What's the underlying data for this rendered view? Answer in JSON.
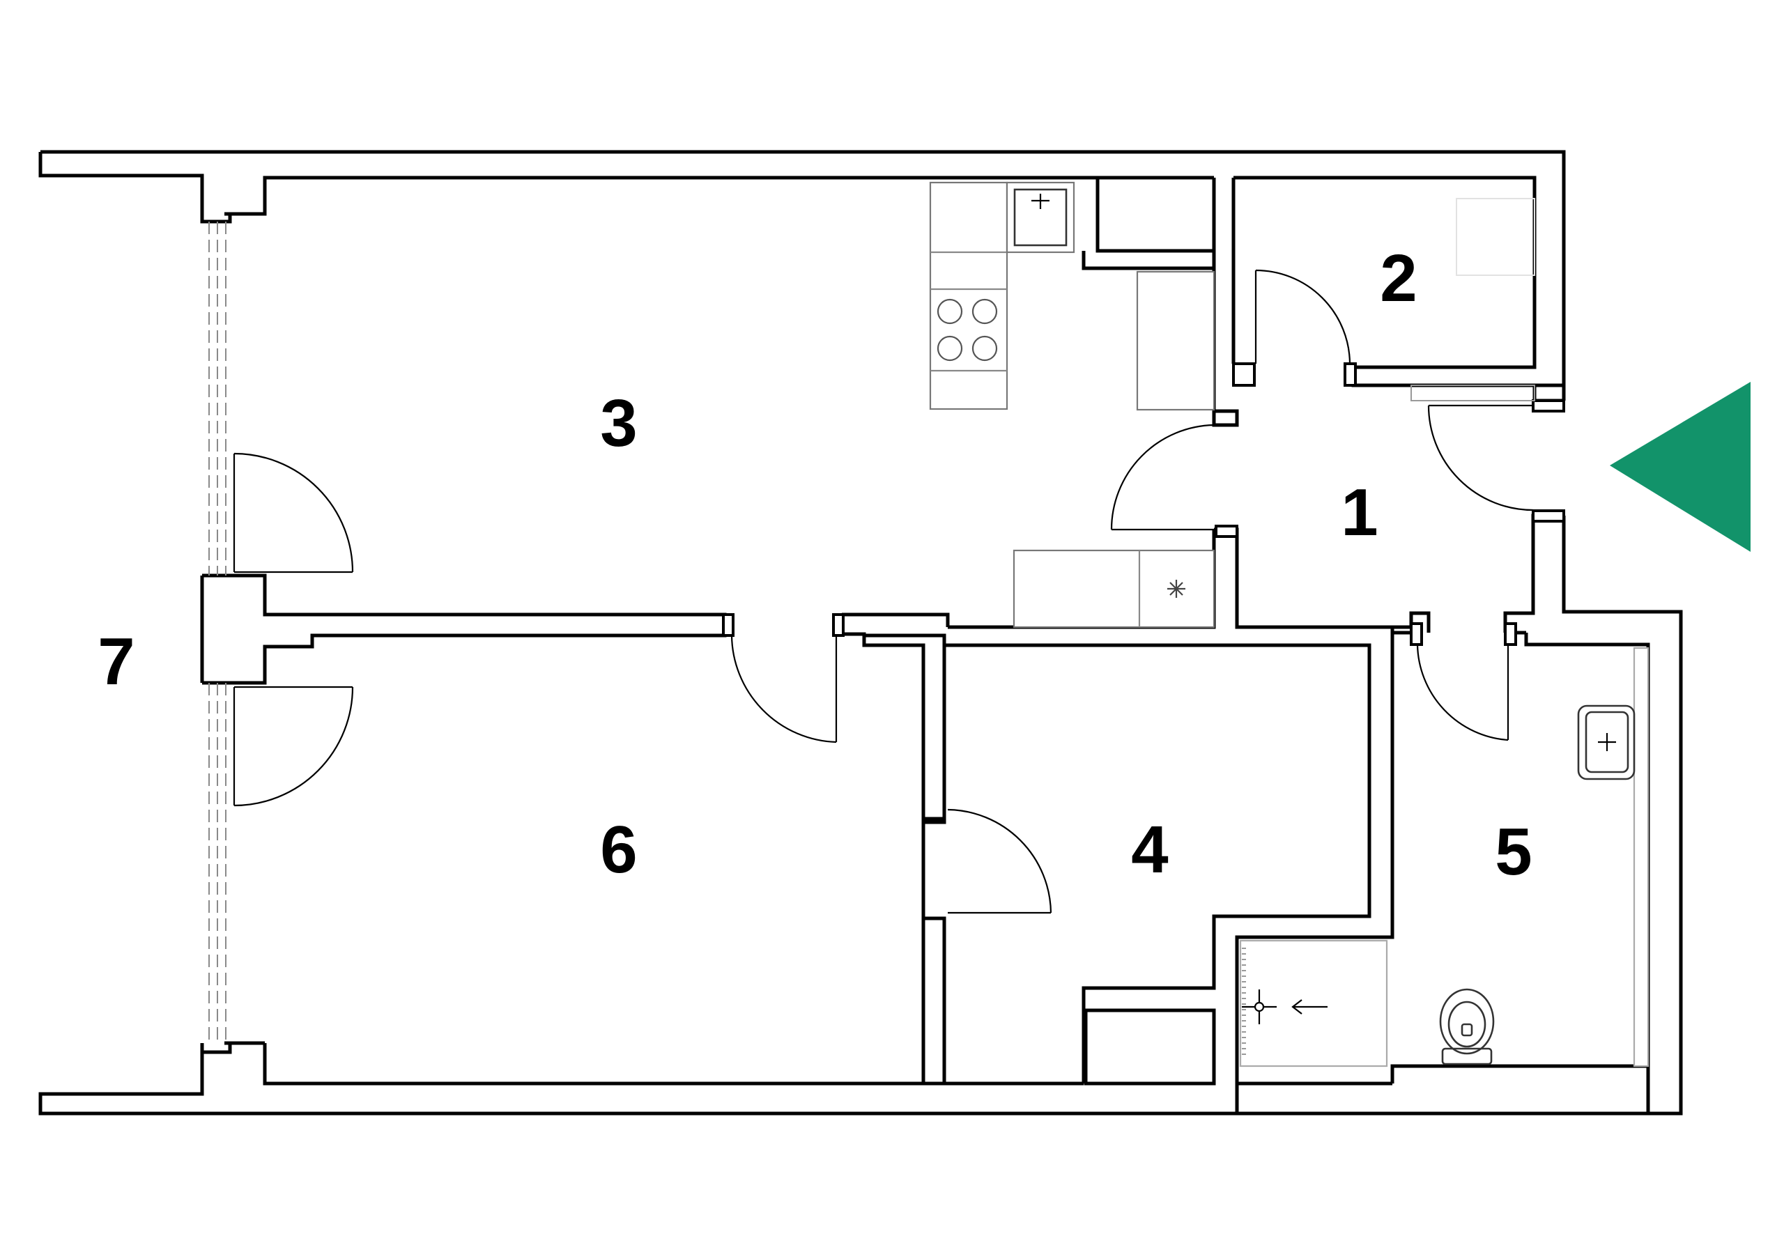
{
  "plan": {
    "rooms": [
      {
        "number": "1"
      },
      {
        "number": "2"
      },
      {
        "number": "3"
      },
      {
        "number": "4"
      },
      {
        "number": "5"
      },
      {
        "number": "6"
      },
      {
        "number": "7"
      }
    ],
    "entrance_marker": {
      "color": "#12936a",
      "icon": "entrance-arrow-icon"
    }
  }
}
